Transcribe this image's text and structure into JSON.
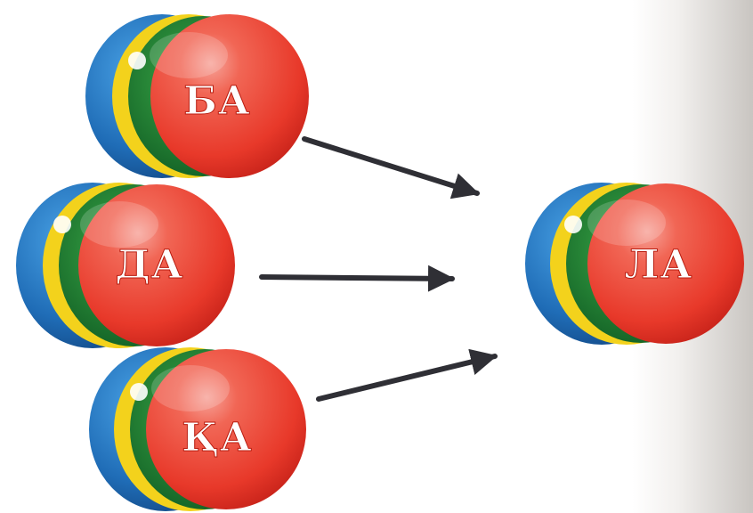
{
  "syllables": {
    "ba": "БА",
    "da": "ДА",
    "qa": "ҚА",
    "la": "ЛА"
  },
  "colors": {
    "red": "#ee4b3b",
    "green": "#1e8c33",
    "yellow": "#f3d21c",
    "blue": "#1d6fb8",
    "arrow": "#2f2f35"
  },
  "icons": {
    "arrow": "arrow-right"
  }
}
